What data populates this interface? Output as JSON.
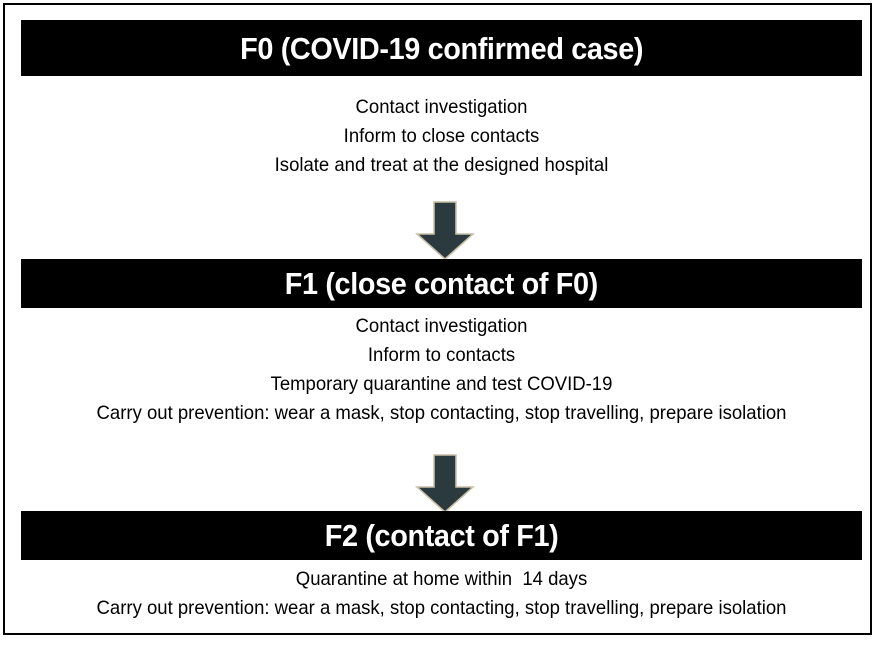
{
  "diagram": {
    "title": "COVID-19 contact tracing escalation flowchart",
    "frame_color": "#000000",
    "bar_color": "#000000",
    "bar_text_color": "#FFFFFF",
    "arrow_color": "#2B3A3F",
    "arrow_outline_color": "#C9BFA8",
    "background": "#FFFFFF"
  },
  "stages": [
    {
      "id": "f0",
      "header": "F0 (COVID-19 confirmed case)",
      "lines": [
        "Contact investigation",
        "Inform to close contacts",
        "Isolate and treat at the designed hospital"
      ]
    },
    {
      "id": "f1",
      "header": "F1 (close contact of F0)",
      "lines": [
        "Contact investigation",
        "Inform to contacts",
        "Temporary quarantine and test COVID-19",
        "Carry out prevention: wear a mask, stop contacting, stop travelling, prepare isolation"
      ]
    },
    {
      "id": "f2",
      "header": "F2 (contact of F1)",
      "lines": [
        "Quarantine at home within  14 days",
        "Carry out prevention: wear a mask, stop contacting, stop travelling, prepare isolation"
      ]
    }
  ],
  "arrows": [
    {
      "id": "arrow-f0-to-f1",
      "icon": "arrow-down-icon",
      "from": "F0 (COVID-19 confirmed case)",
      "to": "F1 (close contact of F0)"
    },
    {
      "id": "arrow-f1-to-f2",
      "icon": "arrow-down-icon",
      "from": "F1 (close contact of F0)",
      "to": "F2 (contact of F1)"
    }
  ]
}
